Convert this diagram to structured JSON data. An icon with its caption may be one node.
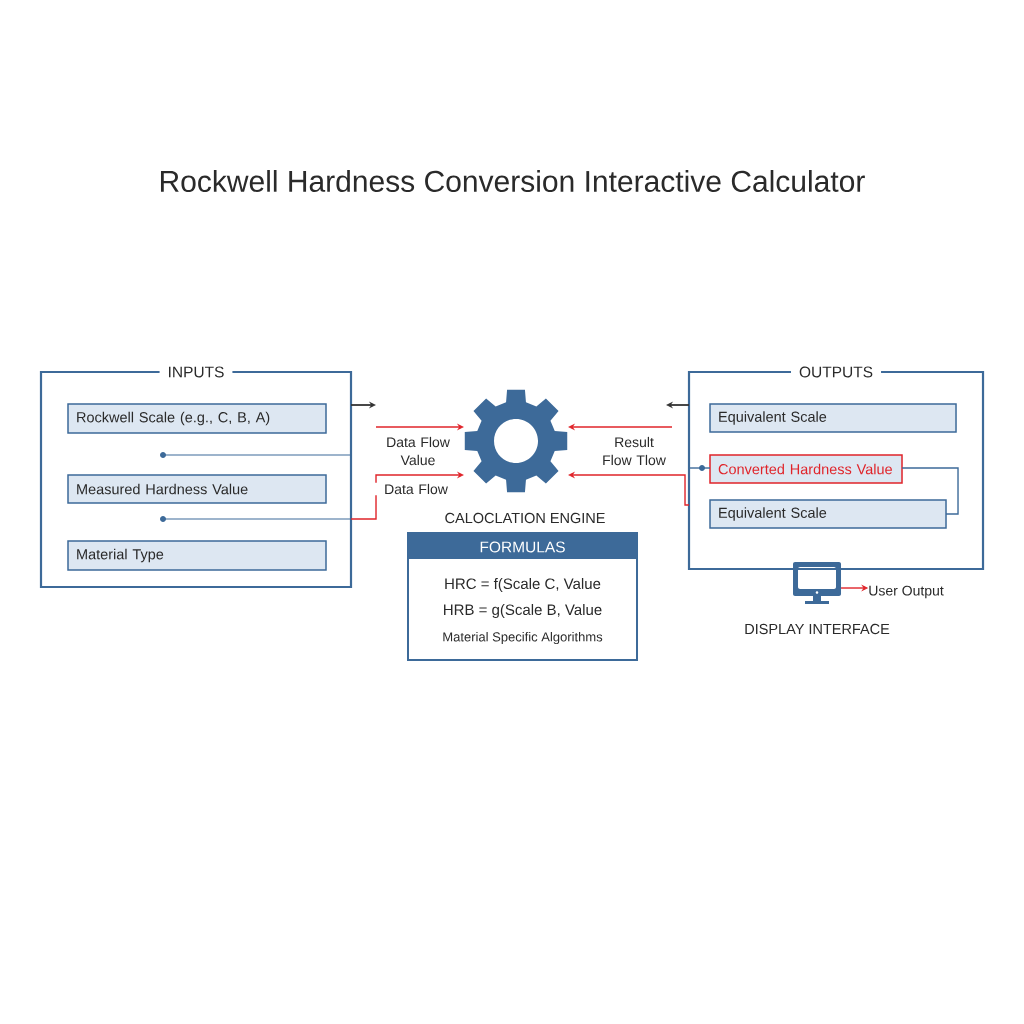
{
  "diagram": {
    "title": "Rockwell Hardness Conversion Interactive Calculator",
    "nodes": [
      {
        "text": [
          "INPUTS"
        ]
      },
      {
        "text": [
          "Rockwell Scale (e.g., C, B, A)"
        ],
        "in": 0
      },
      {
        "text": [
          "Measured Hardness Value"
        ],
        "in": 0
      },
      {
        "text": [
          "Material Type"
        ],
        "in": 0
      },
      {
        "text": [],
        "shape": "gear"
      },
      {
        "text": [
          "FORMULAS",
          "HRC = f(Scale C, Value",
          "HRB = g(Scale B, Value",
          "Material Specific Algorithms"
        ]
      },
      {
        "text": [
          "OUTPUTS"
        ]
      },
      {
        "text": [
          "Equivalent Scale"
        ],
        "in": 6
      },
      {
        "text": [
          "Converted Hardness Value"
        ],
        "in": 6
      },
      {
        "text": [
          "Equivalent Scale"
        ],
        "in": 6
      },
      {
        "text": [],
        "shape": "monitor",
        "beside": [
          "DISPLAY INTERFACE"
        ]
      },
      {
        "text": [
          "User Output"
        ]
      }
    ],
    "edges": [
      {
        "from": 0,
        "to": null,
        "arrow": "to",
        "color": "#333333"
      },
      {
        "from": null,
        "to": 4,
        "arrow": "to",
        "label": "Data Flow Value"
      },
      {
        "from": 0,
        "to": 4,
        "arrow": "to",
        "label": "Data Flow"
      },
      {
        "from": 6,
        "to": null,
        "arrow": "to",
        "color": "#333333"
      },
      {
        "from": null,
        "to": 4,
        "arrow": "to",
        "label": "Result Flow Tlow"
      },
      {
        "from": 6,
        "to": 4,
        "arrow": "to"
      },
      {
        "from": 8,
        "to": 9,
        "arrow": "none",
        "color": "#3d6a99"
      },
      {
        "from": 6,
        "to": 8,
        "arrow": "none",
        "color": "#3d6a99"
      },
      {
        "from": 10,
        "to": 11,
        "arrow": "to"
      }
    ],
    "labels": [
      "CALOCLATION ENGINE"
    ]
  }
}
